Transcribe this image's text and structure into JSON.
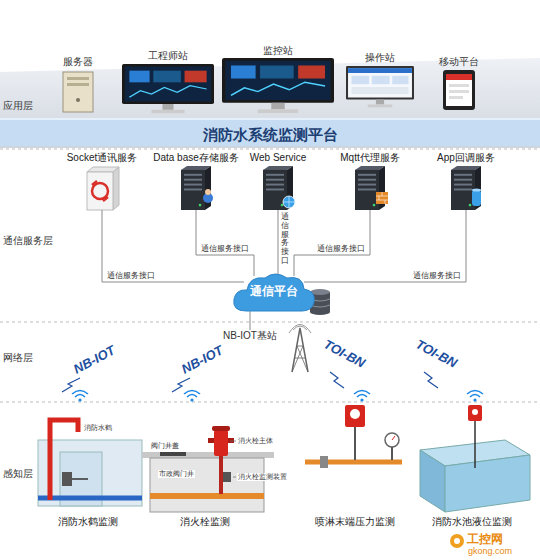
{
  "diagram": {
    "nodes": [
      {
        "text": [
          "消防水系统监测平台"
        ]
      },
      {
        "text": [
          "服务器"
        ],
        "in": 0
      },
      {
        "text": [
          "工程师站"
        ],
        "in": 0
      },
      {
        "text": [
          "监控站"
        ],
        "in": 0
      },
      {
        "text": [
          "操作站"
        ],
        "in": 0
      },
      {
        "text": [
          "移动平台"
        ],
        "in": 0
      },
      {
        "text": [
          "Socket通讯服务"
        ]
      },
      {
        "text": [
          "Data base存储服务"
        ]
      },
      {
        "text": [
          "Web Service"
        ]
      },
      {
        "text": [
          "Mqtt代理服务"
        ]
      },
      {
        "text": [
          "App回调服务"
        ]
      },
      {
        "text": [
          "通信平台"
        ]
      },
      {
        "text": [
          "NB-IOT基站"
        ]
      },
      {
        "text": [
          "消防水鹤监测"
        ]
      },
      {
        "text": [
          "消火栓监测"
        ]
      },
      {
        "text": [
          "喷淋末端压力监测"
        ]
      },
      {
        "text": [
          "消防水池液位监测"
        ]
      }
    ],
    "edges": [
      {
        "from": 6,
        "to": 11,
        "arrow": "none",
        "label": "通信服务接口"
      },
      {
        "from": 7,
        "to": 11,
        "arrow": "none",
        "label": "通信服务接口"
      },
      {
        "from": 8,
        "to": 11,
        "arrow": "none",
        "label": "通信服务接口"
      },
      {
        "from": 9,
        "to": 11,
        "arrow": "none",
        "label": "通信服务接口"
      },
      {
        "from": 10,
        "to": 11,
        "arrow": "none",
        "label": "通信服务接口"
      },
      {
        "from": 11,
        "to": 12,
        "arrow": "none"
      }
    ],
    "labels": [
      "应用层",
      "通信服务层",
      "网络层",
      "感知层",
      "NB-IOT",
      "NB-IOT",
      "TOI-BN",
      "TOI-BN",
      "消防水鹤",
      "阀门井盖",
      "消火栓主体",
      "消火栓监测装置",
      "市政阀门井",
      "工控网",
      "gkong.com"
    ]
  }
}
